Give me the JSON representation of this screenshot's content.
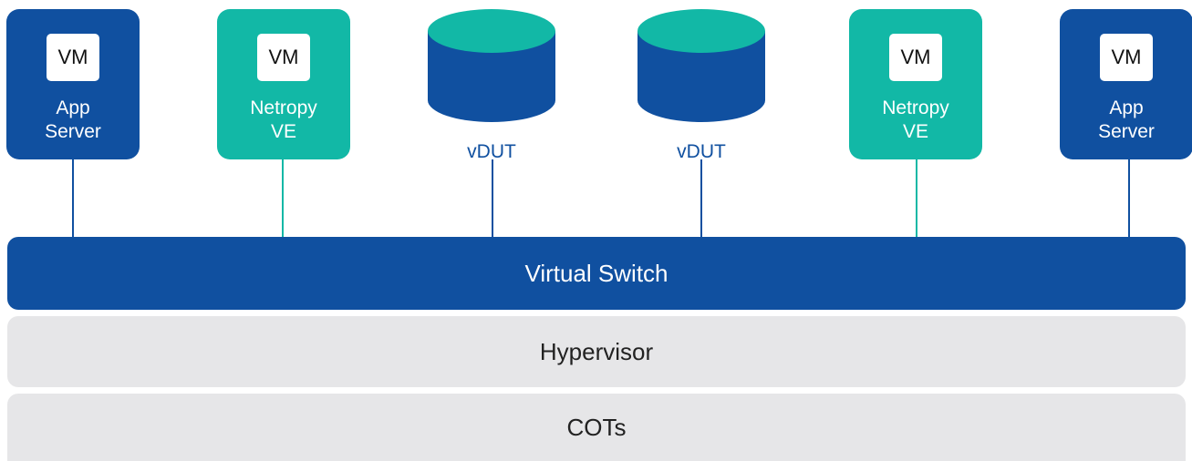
{
  "colors": {
    "dark_blue": "#1050a0",
    "teal": "#12b8a6",
    "gray": "#e6e6e8"
  },
  "nodes": [
    {
      "vm": "VM",
      "label": "App\nServer",
      "style": "dark"
    },
    {
      "vm": "VM",
      "label": "Netropy\nVE",
      "style": "teal"
    },
    {
      "label": "vDUT",
      "style": "database"
    },
    {
      "label": "vDUT",
      "style": "database"
    },
    {
      "vm": "VM",
      "label": "Netropy\nVE",
      "style": "teal"
    },
    {
      "vm": "VM",
      "label": "App\nServer",
      "style": "dark"
    }
  ],
  "layers": {
    "switch": "Virtual Switch",
    "hypervisor": "Hypervisor",
    "cots": "COTs"
  }
}
